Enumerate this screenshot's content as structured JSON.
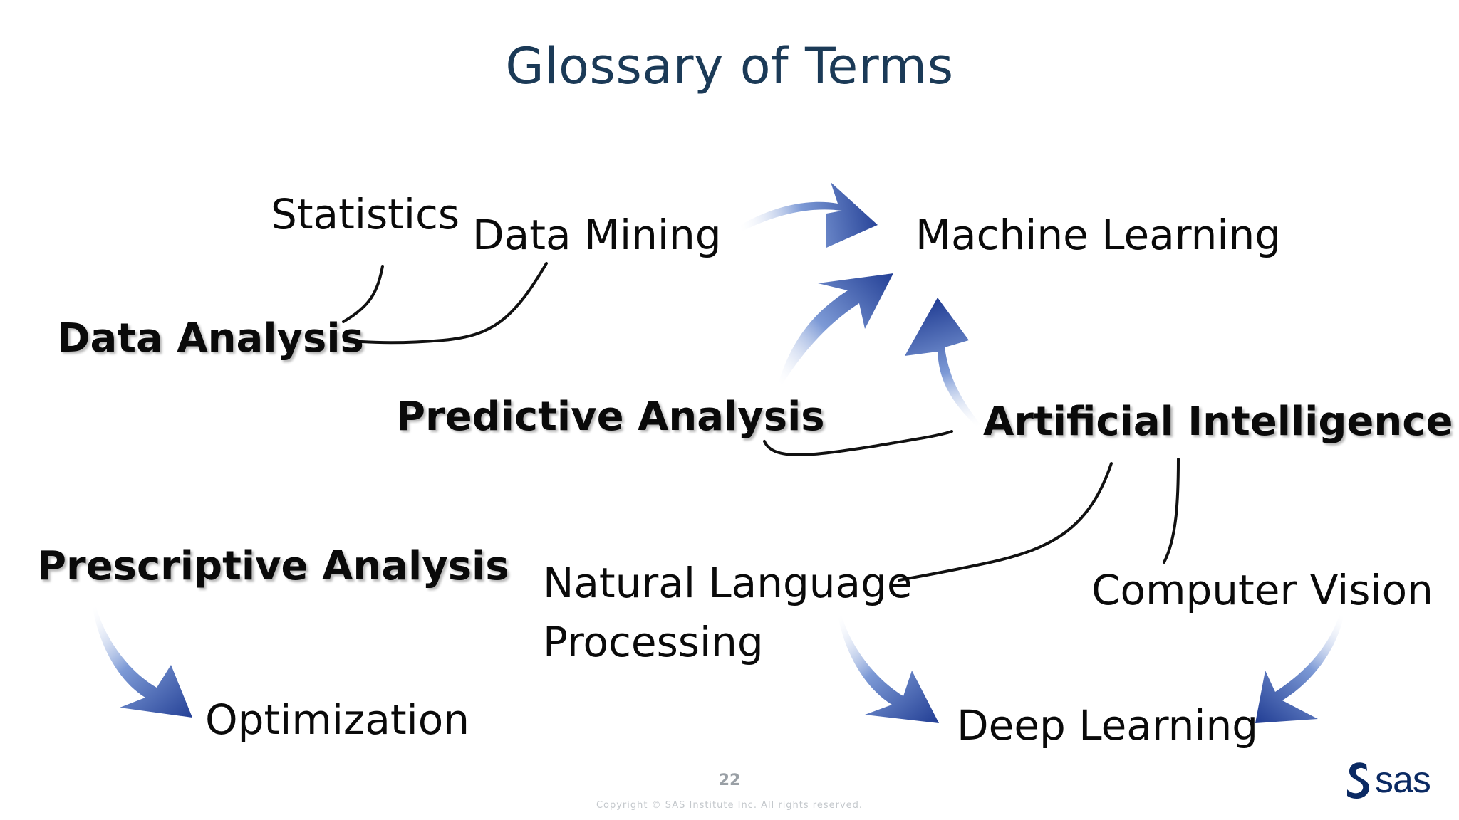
{
  "title": "Glossary of Terms",
  "terms": {
    "statistics": "Statistics",
    "data_mining": "Data Mining",
    "machine_learning": "Machine Learning",
    "data_analysis": "Data Analysis",
    "predictive_analysis": "Predictive Analysis",
    "artificial_intelligence": "Artificial Intelligence",
    "prescriptive_analysis": "Prescriptive Analysis",
    "nlp_line1": "Natural Language",
    "nlp_line2": "Processing",
    "computer_vision": "Computer Vision",
    "optimization": "Optimization",
    "deep_learning": "Deep Learning"
  },
  "footer": {
    "page_number": "22",
    "copyright": "Copyright © SAS Institute Inc. All rights reserved.",
    "logo_text": "sas"
  },
  "colors": {
    "title": "#1b3a57",
    "arrow_dark": "#2b4fa8",
    "arrow_light": "#ffffff",
    "line": "#111111",
    "logo": "#0b2a63"
  }
}
